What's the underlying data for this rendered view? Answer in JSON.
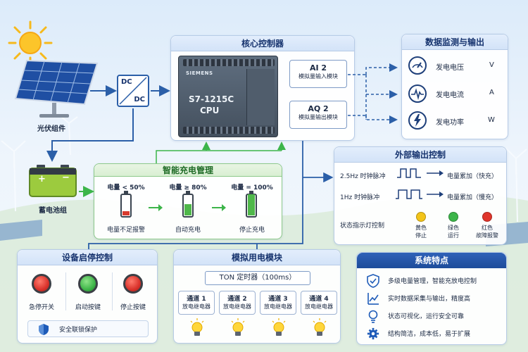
{
  "pv": {
    "label": "光伏组件"
  },
  "dcdc": {
    "top": "DC",
    "bottom": "DC"
  },
  "battery": {
    "label": "蓄电池组",
    "plus": "+",
    "minus": "−"
  },
  "controller": {
    "title": "核心控制器",
    "brand": "SIEMENS",
    "model": "S7-1215C",
    "cpu": "CPU",
    "ai": {
      "name": "AI 2",
      "desc": "模拟量输入模块"
    },
    "aq": {
      "name": "AQ 2",
      "desc": "模拟量输出模块"
    }
  },
  "monitor": {
    "title": "数据监测与输出",
    "items": [
      {
        "icon": "gauge-icon",
        "label": "发电电压",
        "unit": "V"
      },
      {
        "icon": "pulse-icon",
        "label": "发电电流",
        "unit": "A"
      },
      {
        "icon": "lightning-icon",
        "label": "发电功率",
        "unit": "W"
      }
    ]
  },
  "charging": {
    "title": "智能充电管理",
    "stages": [
      {
        "cond": "电量 < 50%",
        "label": "电量不足报警",
        "level": 0.2,
        "color": "#d83a2e"
      },
      {
        "cond": "电量 ≥ 80%",
        "label": "自动充电",
        "level": 0.55,
        "color": "#4fb84a"
      },
      {
        "cond": "电量 = 100%",
        "label": "停止充电",
        "level": 1.0,
        "color": "#4fb84a"
      }
    ]
  },
  "external": {
    "title": "外部输出控制",
    "pulses": [
      {
        "label": "2.5Hz 时钟脉冲",
        "result": "电量累加（快充）"
      },
      {
        "label": "1Hz 时钟脉冲",
        "result": "电量累加（慢充）"
      }
    ],
    "status_label": "状态指示灯控制",
    "lamps": [
      {
        "line1": "黄色",
        "line2": "停止",
        "color": "#f3c419"
      },
      {
        "line1": "绿色",
        "line2": "运行",
        "color": "#3cb54a"
      },
      {
        "line1": "红色",
        "line2": "故障报警",
        "color": "#e0352b"
      }
    ]
  },
  "startstop": {
    "title": "设备启停控制",
    "buttons": [
      {
        "label": "急停开关",
        "color": "#d9322b"
      },
      {
        "label": "启动按键",
        "color": "#3eb548"
      },
      {
        "label": "停止按键",
        "color": "#d9322b"
      }
    ],
    "interlock": "安全联锁保护"
  },
  "sim": {
    "title": "模拟用电模块",
    "timer": "TON 定时器（100ms）",
    "relays": [
      {
        "name": "通道 1",
        "desc": "放电继电器"
      },
      {
        "name": "通道 2",
        "desc": "放电继电器"
      },
      {
        "name": "通道 3",
        "desc": "放电继电器"
      },
      {
        "name": "通道 4",
        "desc": "放电继电器"
      }
    ]
  },
  "features": {
    "title": "系统特点",
    "items": [
      {
        "icon": "shield-check-icon",
        "text": "多级电量管理，智能充放电控制"
      },
      {
        "icon": "chart-icon",
        "text": "实时数据采集与输出，精度高"
      },
      {
        "icon": "bulb-icon",
        "text": "状态可视化，运行安全可靠"
      },
      {
        "icon": "gear-icon",
        "text": "结构简洁，成本低，易于扩展"
      }
    ]
  },
  "colors": {
    "accent": "#1e5bb8",
    "green": "#3cb54a",
    "red": "#d9322b",
    "line": "#2b5fa8"
  }
}
